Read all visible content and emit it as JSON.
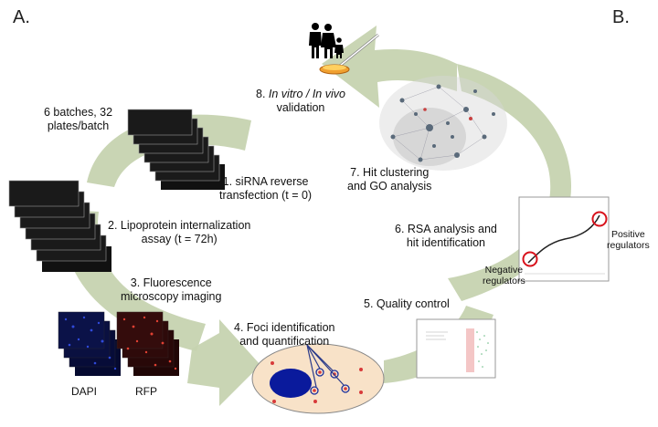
{
  "panel_labels": {
    "a": "A.",
    "b": "B."
  },
  "batches_label": {
    "line1": "6 batches, 32",
    "line2": "plates/batch"
  },
  "steps": [
    {
      "line1": "1. siRNA reverse",
      "line2": "transfection (t = 0)"
    },
    {
      "line1": "2. Lipoprotein internalization",
      "line2": "assay (t = 72h)"
    },
    {
      "line1": "3. Fluorescence",
      "line2": "microscopy imaging"
    },
    {
      "line1": "4. Foci identification",
      "line2": "and quantification"
    },
    {
      "line1": "5. Quality control"
    },
    {
      "line1": "6. RSA analysis and",
      "line2": "hit identification"
    },
    {
      "line1": "7. Hit clustering",
      "line2": "and GO analysis"
    },
    {
      "prefix": "8. ",
      "italic": "In vitro / In vivo",
      "line2": "validation"
    }
  ],
  "channels": {
    "dapi": "DAPI",
    "rfp": "RFP"
  },
  "rsa_plot": {
    "positive": {
      "line1": "Positive",
      "line2": "regulators"
    },
    "negative": {
      "line1": "Negative",
      "line2": "regulators"
    }
  },
  "colors": {
    "arrow": "#c6d3b0",
    "nucleus": "#0a1a9c",
    "cell": "#f8e2c8",
    "highlight": "#d8121c",
    "foci": "#d83a3a"
  },
  "icons": [
    "family-icon",
    "petri-dish-icon",
    "network-graph-icon"
  ]
}
